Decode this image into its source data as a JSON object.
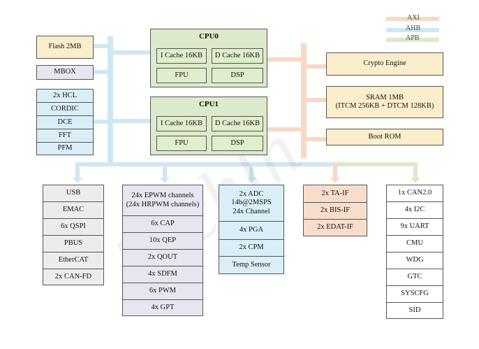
{
  "legend": {
    "items": [
      {
        "label": "AXI",
        "color": "#f9d8c6"
      },
      {
        "label": "AHB",
        "color": "#cfe7f3"
      },
      {
        "label": "APB",
        "color": "#dde9cb"
      }
    ]
  },
  "left_blocks": {
    "flash": "Flash 2MB",
    "mbox": "MBOX",
    "math_group": [
      "2x HCL",
      "CORDIC",
      "DCE",
      "FFT",
      "PFM"
    ]
  },
  "cpu0": {
    "title": "CPU0",
    "icache": "I Cache 16KB",
    "dcache": "D Cache 16KB",
    "fpu": "FPU",
    "dsp": "DSP"
  },
  "cpu1": {
    "title": "CPU1",
    "icache": "I Cache 16KB",
    "dcache": "D Cache 16KB",
    "fpu": "FPU",
    "dsp": "DSP"
  },
  "right_blocks": {
    "crypto": "Crypto Engine",
    "sram_line1": "SRAM 1MB",
    "sram_line2": "(ITCM 256KB + DTCM 128KB)",
    "bootrom": "Boot ROM"
  },
  "bottom": {
    "col1": [
      "USB",
      "EMAC",
      "6x QSPI",
      "PBUS",
      "EtherCAT",
      "2x CAN-FD"
    ],
    "col2_header_line1": "24x EPWM channels",
    "col2_header_line2": "(24x HRPWM channels)",
    "col2": [
      "6x CAP",
      "10x QEP",
      "2x QOUT",
      "4x SDFM",
      "6x PWM",
      "4x GPT"
    ],
    "col3_header_line1": "2x ADC",
    "col3_header_line2": "14b@2MSPS",
    "col3_header_line3": "24x Channel",
    "col3": [
      "4x PGA",
      "2x CPM",
      "Temp Sensor"
    ],
    "col4": [
      "2x TA-IF",
      "2x BIS-IF",
      "2x EDAT-IF"
    ],
    "col5": [
      "1x CAN2.0",
      "4x I2C",
      "9x UART",
      "CMU",
      "WDG",
      "GTC",
      "SYSCFG",
      "SID"
    ]
  }
}
